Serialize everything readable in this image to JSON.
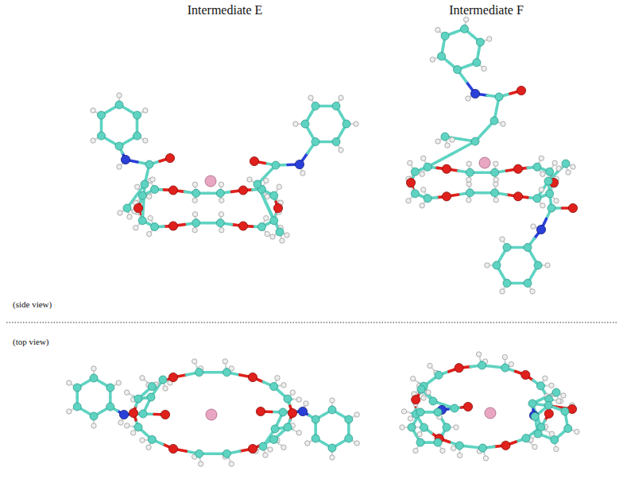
{
  "diagram": {
    "labels": [
      "Intermediate E",
      "Intermediate F",
      "(side view)",
      "(top view)"
    ]
  }
}
